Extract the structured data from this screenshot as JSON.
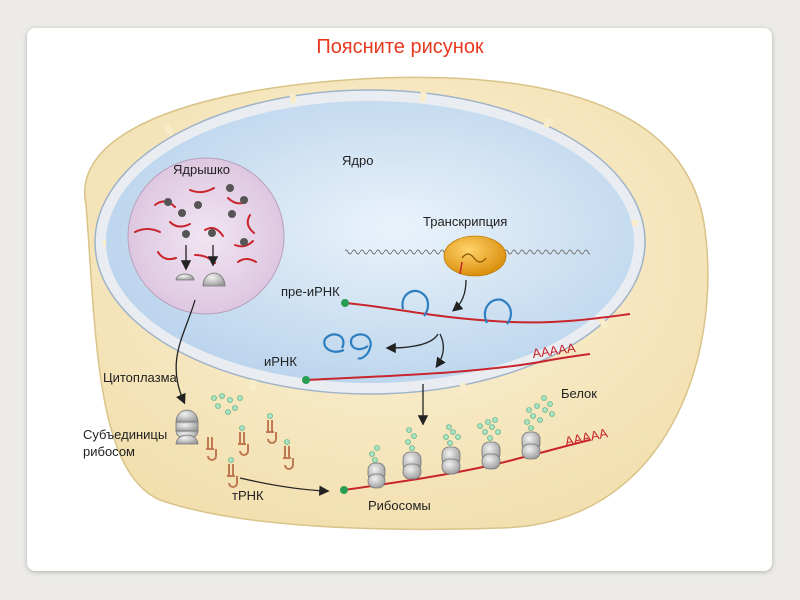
{
  "slide": {
    "title": "Поясните рисунок"
  },
  "labels": {
    "nucleolus": "Ядрышко",
    "nucleus": "Ядро",
    "transcription": "Транскрипция",
    "pre_mrna": "пре-иРНК",
    "mrna": "иРНК",
    "cytoplasm": "Цитоплазма",
    "protein": "Белок",
    "subunits_line1": "Субъединицы",
    "subunits_line2": "рибосом",
    "trna": "тРНК",
    "ribosomes": "Рибосомы",
    "polya_1": "AAAAA",
    "polya_2": "AAAAA"
  },
  "colors": {
    "title": "#e8391f",
    "cytoplasm": "#f8eccb",
    "nucleus": "#d5e6f6",
    "nucleolus": "#e6d3e9",
    "rna": "#c8252d",
    "protein": "#8fd3b0",
    "polymerase": "#f0a820",
    "trna": "#c07a52"
  }
}
